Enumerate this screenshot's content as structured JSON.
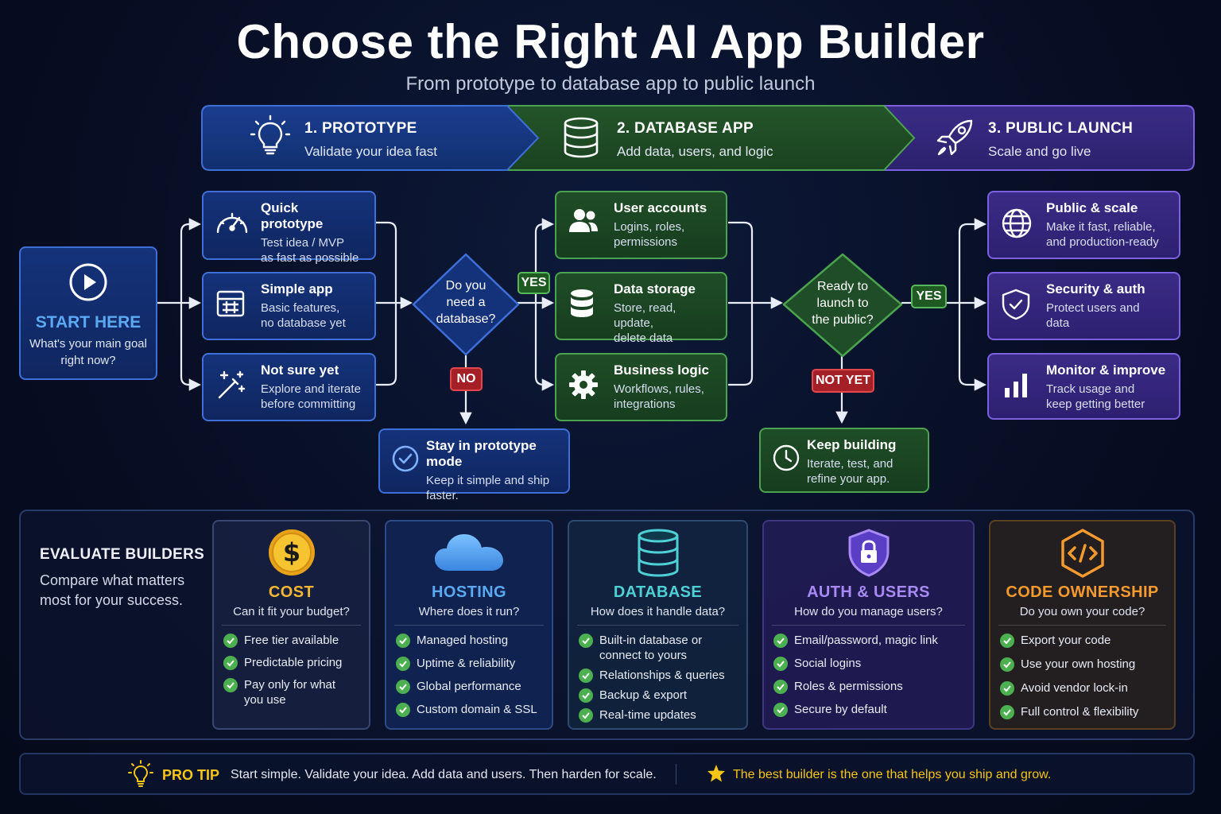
{
  "header": {
    "title": "Choose the Right AI App Builder",
    "subtitle": "From prototype to database app to public launch"
  },
  "stages": [
    {
      "title": "1. PROTOTYPE",
      "desc": "Validate your idea fast",
      "icon": "lightbulb-icon"
    },
    {
      "title": "2. DATABASE APP",
      "desc": "Add data, users, and logic",
      "icon": "database-icon"
    },
    {
      "title": "3. PUBLIC LAUNCH",
      "desc": "Scale and go live",
      "icon": "rocket-icon"
    }
  ],
  "start": {
    "title": "START HERE",
    "desc": "What's your main goal\nright now?"
  },
  "goals": [
    {
      "title": "Quick prototype",
      "desc": "Test idea / MVP\nas fast as possible",
      "icon": "speedometer-icon"
    },
    {
      "title": "Simple app",
      "desc": "Basic features,\nno database yet",
      "icon": "table-icon"
    },
    {
      "title": "Not sure yet",
      "desc": "Explore and iterate\nbefore committing",
      "icon": "magic-wand-icon"
    }
  ],
  "decision_db": {
    "text": "Do you\nneed a\ndatabase?",
    "yes": "YES",
    "no": "NO"
  },
  "prototype_mode": {
    "title": "Stay in prototype mode",
    "desc": "Keep it simple and ship\nfaster."
  },
  "db_features": [
    {
      "title": "User accounts",
      "desc": "Logins, roles,\npermissions",
      "icon": "users-icon"
    },
    {
      "title": "Data storage",
      "desc": "Store, read, update,\ndelete data",
      "icon": "database-icon"
    },
    {
      "title": "Business logic",
      "desc": "Workflows, rules,\nintegrations",
      "icon": "gear-icon"
    }
  ],
  "decision_launch": {
    "text": "Ready to\nlaunch to\nthe public?",
    "yes": "YES",
    "no": "NOT YET"
  },
  "keep_building": {
    "title": "Keep building",
    "desc": "Iterate, test, and\nrefine your app."
  },
  "launch_features": [
    {
      "title": "Public & scale",
      "desc": "Make it fast, reliable,\nand production-ready",
      "icon": "globe-icon"
    },
    {
      "title": "Security & auth",
      "desc": "Protect users and\ndata",
      "icon": "shield-check-icon"
    },
    {
      "title": "Monitor & improve",
      "desc": "Track usage and\nkeep getting better",
      "icon": "bar-chart-icon"
    }
  ],
  "evaluate": {
    "title": "EVALUATE BUILDERS",
    "desc": "Compare what matters most for your success.",
    "cards": [
      {
        "title": "COST",
        "sub": "Can it fit your budget?",
        "color": "#f5b731",
        "items": [
          "Free tier available",
          "Predictable pricing",
          "Pay only for what\nyou use"
        ]
      },
      {
        "title": "HOSTING",
        "sub": "Where does it run?",
        "color": "#5aa9f2",
        "items": [
          "Managed hosting",
          "Uptime & reliability",
          "Global performance",
          "Custom domain & SSL"
        ]
      },
      {
        "title": "DATABASE",
        "sub": "How does it handle data?",
        "color": "#4fd0d6",
        "items": [
          "Built-in database or\nconnect to yours",
          "Relationships & queries",
          "Backup & export",
          "Real-time updates"
        ]
      },
      {
        "title": "AUTH & USERS",
        "sub": "How do you manage users?",
        "color": "#a98af5",
        "items": [
          "Email/password, magic link",
          "Social logins",
          "Roles & permissions",
          "Secure by default"
        ]
      },
      {
        "title": "CODE OWNERSHIP",
        "sub": "Do you own your code?",
        "color": "#f59a2e",
        "items": [
          "Export your code",
          "Use your own hosting",
          "Avoid vendor lock-in",
          "Full control & flexibility"
        ]
      }
    ]
  },
  "tip": {
    "label": "PRO TIP",
    "text": "Start simple. Validate your idea. Add data and users. Then harden for scale.",
    "highlight": "The best builder is the one that helps you ship and grow."
  },
  "colors": {
    "blue": "#3e6fd8",
    "green": "#4ba34f",
    "purple": "#7b60e0",
    "check": "#4caf50",
    "tip": "#f5c518"
  }
}
